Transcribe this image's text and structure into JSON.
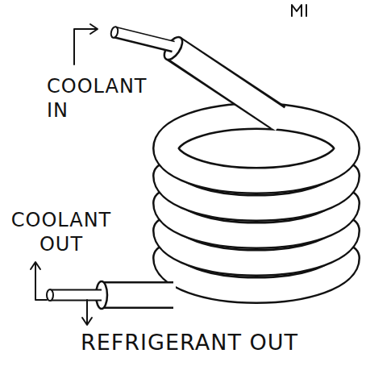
{
  "diagram": {
    "labels": [
      "COOLANT IN",
      "COOLANT OUT",
      "REFRIGERANT OUT"
    ]
  }
}
